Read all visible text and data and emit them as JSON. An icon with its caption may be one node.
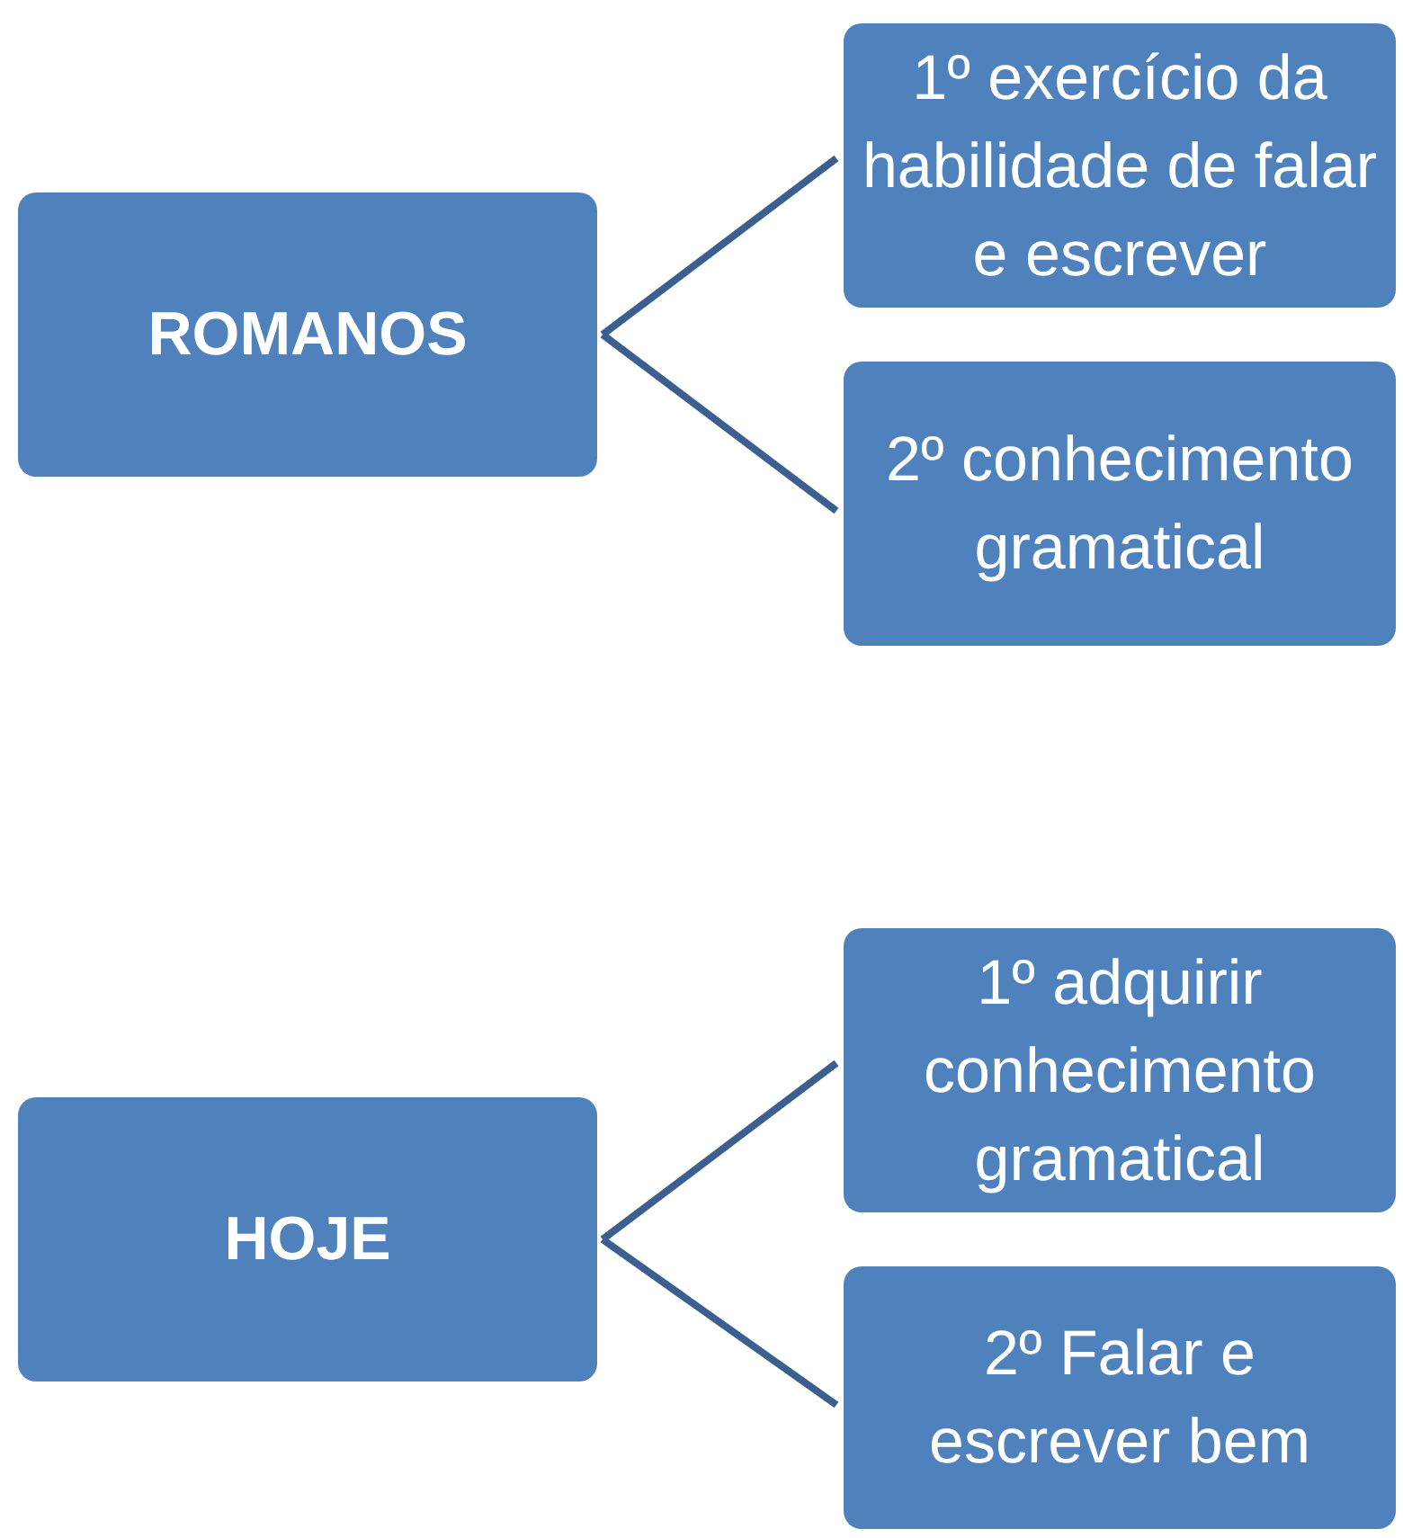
{
  "diagram": {
    "nodes": [
      {
        "text": [
          "ROMANOS"
        ]
      },
      {
        "text": [
          "1º exercício da habilidade de falar e escrever"
        ]
      },
      {
        "text": [
          "2º conhecimento gramatical"
        ]
      },
      {
        "text": [
          "HOJE"
        ]
      },
      {
        "text": [
          "1º adquirir conhecimento gramatical"
        ]
      },
      {
        "text": [
          "2º Falar e escrever bem"
        ]
      }
    ],
    "edges": [
      {
        "from": 0,
        "to": 1,
        "arrow": "none"
      },
      {
        "from": 0,
        "to": 2,
        "arrow": "none"
      },
      {
        "from": 3,
        "to": 4,
        "arrow": "none"
      },
      {
        "from": 3,
        "to": 5,
        "arrow": "none"
      }
    ]
  }
}
